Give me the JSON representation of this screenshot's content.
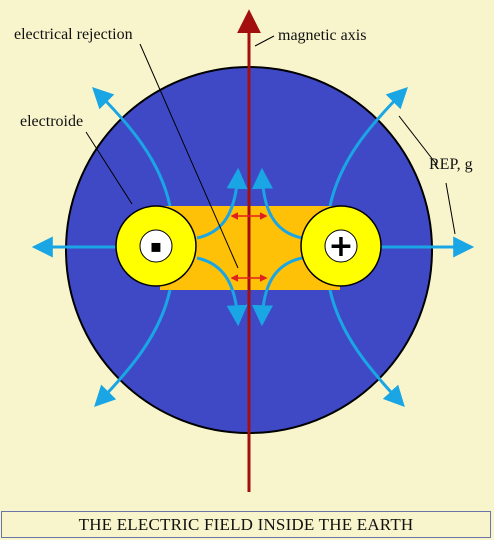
{
  "labels": {
    "electrical_rejection": "electrical rejection",
    "magnetic_axis": "magnetic axis",
    "electroide": "electroide",
    "rep_g": "REP, g"
  },
  "symbols": {
    "left_pole": "▪",
    "right_pole": "+"
  },
  "caption": "THE ELECTRIC FIELD INSIDE THE EARTH",
  "colors": {
    "background": "#f8f5cc",
    "earth": "#3f49c6",
    "core": "#ffc107",
    "electroide": "#ffff00",
    "field_lines": "#1aa6e4",
    "magnetic_axis": "#a30f0f",
    "rejection_arrows": "#e02020"
  }
}
